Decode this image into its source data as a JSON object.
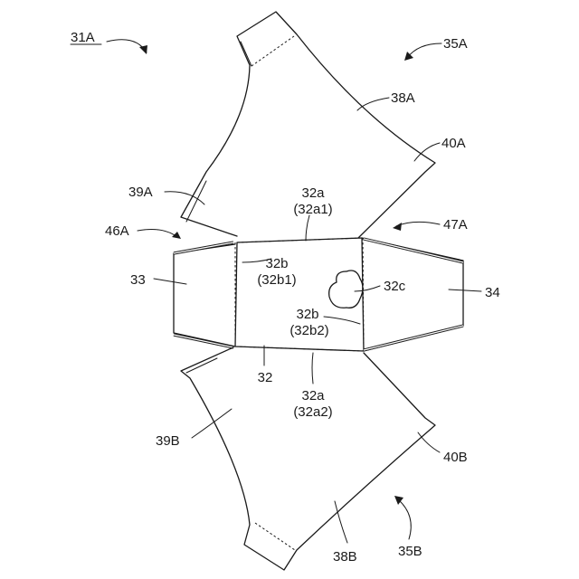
{
  "figure_label": "31A",
  "labels": {
    "l35A": "35A",
    "l38A": "38A",
    "l40A": "40A",
    "l39A": "39A",
    "l32a_top": "32a",
    "l32a1": "(32a1)",
    "l46A": "46A",
    "l47A": "47A",
    "l33": "33",
    "l32b_top": "32b",
    "l32b1": "(32b1)",
    "l32c": "32c",
    "l34": "34",
    "l32b_bot": "32b",
    "l32b2": "(32b2)",
    "l32": "32",
    "l32a_bot": "32a",
    "l32a2": "(32a2)",
    "l39B": "39B",
    "l40B": "40B",
    "l38B": "38B",
    "l35B": "35B"
  }
}
